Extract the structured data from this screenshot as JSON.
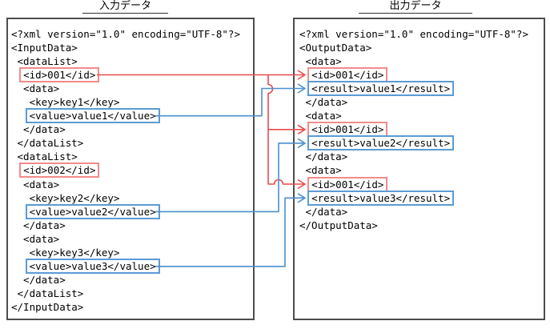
{
  "diagram": {
    "input_panel": {
      "title": "入力データ",
      "lines": [
        {
          "text": "<?xml version=\"1.0\" encoding=\"UTF-8\"?>"
        },
        {
          "text": "<InputData>"
        },
        {
          "text": " <dataList>"
        },
        {
          "text": "  <id>001</id>",
          "box": "red"
        },
        {
          "text": "  <data>"
        },
        {
          "text": "   <key>key1</key>"
        },
        {
          "text": "   <value>value1</value>",
          "box": "blue"
        },
        {
          "text": "  </data>"
        },
        {
          "text": " </dataList>"
        },
        {
          "text": " <dataList>"
        },
        {
          "text": "  <id>002</id>",
          "box": "red"
        },
        {
          "text": "  <data>"
        },
        {
          "text": "   <key>key2</key>"
        },
        {
          "text": "   <value>value2</value>",
          "box": "blue"
        },
        {
          "text": "  </data>"
        },
        {
          "text": "  <data>"
        },
        {
          "text": "   <key>key3</key>"
        },
        {
          "text": "   <value>value3</value>",
          "box": "blue"
        },
        {
          "text": "  </data>"
        },
        {
          "text": " </dataList>"
        },
        {
          "text": "</InputData>"
        }
      ]
    },
    "output_panel": {
      "title": "出力データ",
      "lines": [
        {
          "text": "<?xml version=\"1.0\" encoding=\"UTF-8\"?>"
        },
        {
          "text": "<OutputData>"
        },
        {
          "text": " <data>"
        },
        {
          "text": "  <id>001</id>",
          "box": "red"
        },
        {
          "text": "  <result>value1</result>",
          "box": "blue"
        },
        {
          "text": " </data>"
        },
        {
          "text": " <data>"
        },
        {
          "text": "  <id>001</id>",
          "box": "red"
        },
        {
          "text": "  <result>value2</result>",
          "box": "blue"
        },
        {
          "text": " </data>"
        },
        {
          "text": " <data>"
        },
        {
          "text": "  <id>001</id>",
          "box": "red"
        },
        {
          "text": "  <result>value3</result>",
          "box": "blue"
        },
        {
          "text": " </data>"
        },
        {
          "text": "</OutputData>"
        }
      ]
    },
    "connections": [
      {
        "from": "input <id>001</id>",
        "to": "output data 1 <id>001</id>",
        "color": "red"
      },
      {
        "from": "input <id>001</id>",
        "to": "output data 2 <id>001</id>",
        "color": "red"
      },
      {
        "from": "input <id>001</id>",
        "to": "output data 3 <id>001</id>",
        "color": "red"
      },
      {
        "from": "input <value>value1</value>",
        "to": "output <result>value1</result>",
        "color": "blue"
      },
      {
        "from": "input <value>value2</value>",
        "to": "output <result>value2</result>",
        "color": "blue"
      },
      {
        "from": "input <value>value3</value>",
        "to": "output <result>value3</result>",
        "color": "blue"
      }
    ],
    "colors": {
      "red_line": "#e84c4c",
      "red_box": "#f28b8b",
      "blue_line": "#4b8fce",
      "blue_box": "#5b9bd5",
      "panel_border": "#4d4d4d",
      "text": "#000000"
    }
  }
}
